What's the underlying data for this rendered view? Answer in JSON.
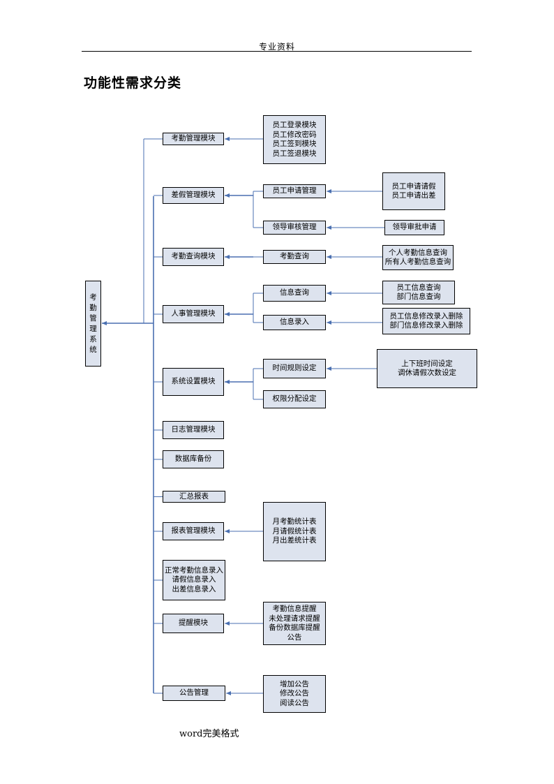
{
  "header": {
    "text": "专业资料"
  },
  "title": "功能性需求分类",
  "footer": {
    "text": "word完美格式"
  },
  "colors": {
    "box_fill": "#dde3ee",
    "connector": "#4a6fb0",
    "border": "#000000"
  },
  "diagram": {
    "root": {
      "chars": [
        "考",
        "勤",
        "管",
        "理",
        "系",
        "统"
      ]
    },
    "modules": [
      {
        "label": "考勤管理模块",
        "details": [
          {
            "text": "员工登录模块\n员工修改密码\n员工签到模块\n员工签退模块"
          }
        ]
      },
      {
        "label": "差假管理模块",
        "subs": [
          {
            "label": "员工申请管理",
            "detail": "员工申请请假\n员工申请出差"
          },
          {
            "label": "领导审核管理",
            "detail": "领导审批申请"
          }
        ]
      },
      {
        "label": "考勤查询模块",
        "subs": [
          {
            "label": "考勤查询",
            "detail": "个人考勤信息查询\n所有人考勤信息查询"
          }
        ]
      },
      {
        "label": "人事管理模块",
        "subs": [
          {
            "label": "信息查询",
            "detail": "员工信息查询\n部门信息查询"
          },
          {
            "label": "信息录入",
            "detail": "员工信息修改录入删除\n部门信息修改录入删除"
          }
        ]
      },
      {
        "label": "系统设置模块",
        "subs": [
          {
            "label": "时间规则设定",
            "detail": "上下班时间设定\n调休请假次数设定"
          },
          {
            "label": "权限分配设定"
          }
        ]
      },
      {
        "label": "日志管理模块"
      },
      {
        "label": "数据库备份"
      },
      {
        "label": "汇总报表"
      },
      {
        "label": "报表管理模块",
        "details": [
          {
            "text": "月考勤统计表\n月请假统计表\n月出差统计表"
          }
        ]
      },
      {
        "label": "正常考勤信息录入\n请假信息录入\n出差信息录入"
      },
      {
        "label": "提醒模块",
        "details": [
          {
            "text": "考勤信息提醒\n未处理请求提醒\n备份数据库提醒\n公告"
          }
        ]
      },
      {
        "label": "公告管理",
        "details": [
          {
            "text": "增加公告\n修改公告\n阅读公告"
          }
        ]
      }
    ]
  }
}
